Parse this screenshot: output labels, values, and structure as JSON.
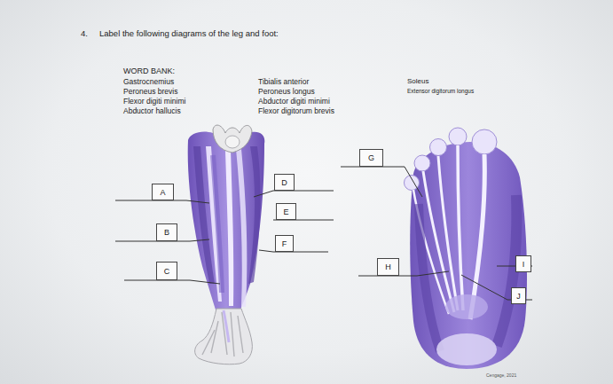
{
  "diagram": {
    "title": "Label the following diagrams of the leg and foot:",
    "nodes": [
      {
        "text": [
          "A"
        ]
      },
      {
        "text": [
          "B"
        ]
      },
      {
        "text": [
          "C"
        ]
      },
      {
        "text": [
          "D"
        ]
      },
      {
        "text": [
          "E"
        ]
      },
      {
        "text": [
          "F"
        ]
      },
      {
        "text": [
          "G"
        ]
      },
      {
        "text": [
          "H"
        ]
      },
      {
        "text": [
          "I"
        ]
      },
      {
        "text": [
          "J"
        ]
      }
    ],
    "labels": [
      "4.",
      "WORD BANK:",
      "Gastrocnemius",
      "Tibialis anterior",
      "Soleus",
      "Peroneus brevis",
      "Peroneus longus",
      "Extensor digitorum longus",
      "Flexor digiti minimi",
      "Abductor digiti minimi",
      "Abductor hallucis",
      "Flexor digitorum brevis",
      "Cengage, 2021"
    ]
  }
}
